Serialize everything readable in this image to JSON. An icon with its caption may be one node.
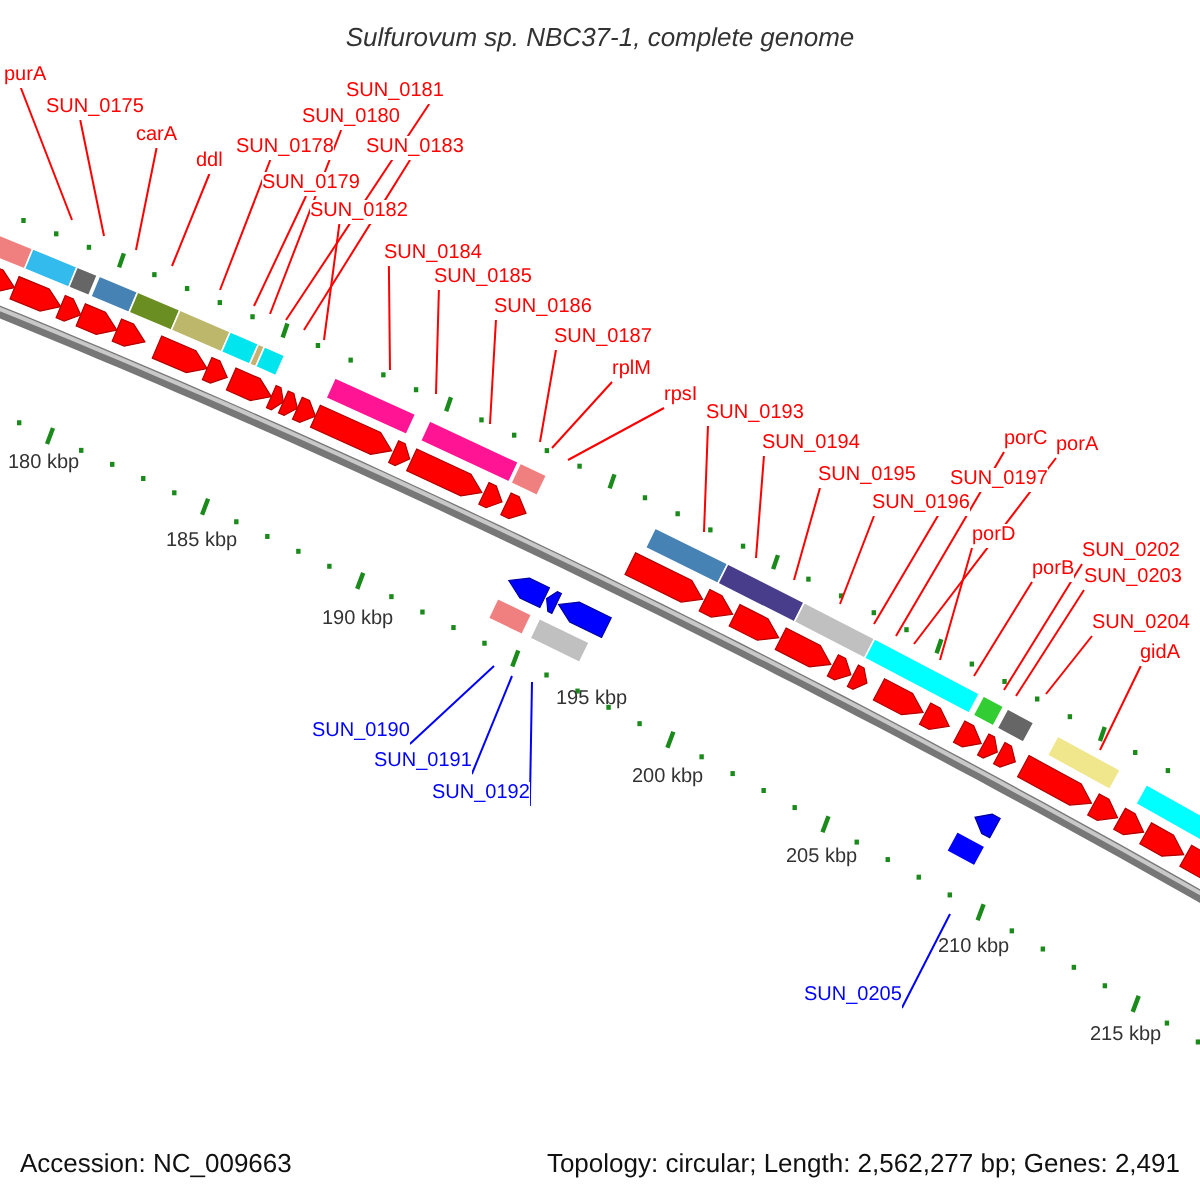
{
  "diagram": {
    "title": "Sulfurovum sp. NBC37-1, complete genome",
    "nodes": [
      {
        "text": [
          "purA"
        ]
      },
      {
        "text": [
          "SUN_0175"
        ]
      },
      {
        "text": [
          "carA"
        ]
      },
      {
        "text": [
          "ddl"
        ]
      },
      {
        "text": [
          "SUN_0178"
        ]
      },
      {
        "text": [
          "SUN_0179"
        ]
      },
      {
        "text": [
          "SUN_0180"
        ]
      },
      {
        "text": [
          "SUN_0181"
        ]
      },
      {
        "text": [
          "SUN_0183"
        ]
      },
      {
        "text": [
          "SUN_0182"
        ]
      },
      {
        "text": [
          "SUN_0184"
        ]
      },
      {
        "text": [
          "SUN_0185"
        ]
      },
      {
        "text": [
          "SUN_0186"
        ]
      },
      {
        "text": [
          "SUN_0187"
        ]
      },
      {
        "text": [
          "rplM"
        ]
      },
      {
        "text": [
          "rpsI"
        ]
      },
      {
        "text": [
          "SUN_0193"
        ]
      },
      {
        "text": [
          "SUN_0194"
        ]
      },
      {
        "text": [
          "SUN_0195"
        ]
      },
      {
        "text": [
          "SUN_0196"
        ]
      },
      {
        "text": [
          "SUN_0197"
        ]
      },
      {
        "text": [
          "porC"
        ]
      },
      {
        "text": [
          "porA"
        ]
      },
      {
        "text": [
          "porD"
        ]
      },
      {
        "text": [
          "porB"
        ]
      },
      {
        "text": [
          "SUN_0202"
        ]
      },
      {
        "text": [
          "SUN_0203"
        ]
      },
      {
        "text": [
          "SUN_0204"
        ]
      },
      {
        "text": [
          "gidA"
        ]
      },
      {
        "text": [
          "SUN_0190"
        ]
      },
      {
        "text": [
          "SUN_0191"
        ]
      },
      {
        "text": [
          "SUN_0192"
        ]
      },
      {
        "text": [
          "SUN_0205"
        ]
      }
    ],
    "edges": [
      {
        "from": 0,
        "to": null,
        "arrow": "none"
      },
      {
        "from": 1,
        "to": null,
        "arrow": "none"
      },
      {
        "from": 2,
        "to": null,
        "arrow": "none"
      },
      {
        "from": 3,
        "to": null,
        "arrow": "none"
      },
      {
        "from": 4,
        "to": null,
        "arrow": "none"
      },
      {
        "from": 5,
        "to": null,
        "arrow": "none"
      },
      {
        "from": 6,
        "to": null,
        "arrow": "none"
      },
      {
        "from": 7,
        "to": null,
        "arrow": "none"
      },
      {
        "from": 8,
        "to": null,
        "arrow": "none"
      },
      {
        "from": 9,
        "to": null,
        "arrow": "none"
      },
      {
        "from": 10,
        "to": null,
        "arrow": "none"
      },
      {
        "from": 11,
        "to": null,
        "arrow": "none"
      },
      {
        "from": 12,
        "to": null,
        "arrow": "none"
      },
      {
        "from": 13,
        "to": null,
        "arrow": "none"
      },
      {
        "from": 14,
        "to": null,
        "arrow": "none"
      },
      {
        "from": 15,
        "to": null,
        "arrow": "none"
      },
      {
        "from": 16,
        "to": null,
        "arrow": "none"
      },
      {
        "from": 17,
        "to": null,
        "arrow": "none"
      },
      {
        "from": 18,
        "to": null,
        "arrow": "none"
      },
      {
        "from": 19,
        "to": null,
        "arrow": "none"
      },
      {
        "from": 20,
        "to": null,
        "arrow": "none"
      },
      {
        "from": 21,
        "to": null,
        "arrow": "none"
      },
      {
        "from": 22,
        "to": null,
        "arrow": "none"
      },
      {
        "from": 23,
        "to": null,
        "arrow": "none"
      },
      {
        "from": 24,
        "to": null,
        "arrow": "none"
      },
      {
        "from": 25,
        "to": null,
        "arrow": "none"
      },
      {
        "from": 26,
        "to": null,
        "arrow": "none"
      },
      {
        "from": 27,
        "to": null,
        "arrow": "none"
      },
      {
        "from": 28,
        "to": null,
        "arrow": "none"
      },
      {
        "from": 29,
        "to": null,
        "arrow": "none",
        "color": "#0000ff"
      },
      {
        "from": 30,
        "to": null,
        "arrow": "none",
        "color": "#0000ff"
      },
      {
        "from": 31,
        "to": null,
        "arrow": "none",
        "color": "#0000ff"
      },
      {
        "from": 32,
        "to": null,
        "arrow": "none",
        "color": "#0000ff"
      }
    ],
    "labels": [
      "180 kbp",
      "185 kbp",
      "190 kbp",
      "195 kbp",
      "200 kbp",
      "205 kbp",
      "210 kbp",
      "215 kbp",
      "Accession: NC_009663",
      "Topology: circular; Length: 2,562,277 bp; Genes: 2,491"
    ]
  }
}
